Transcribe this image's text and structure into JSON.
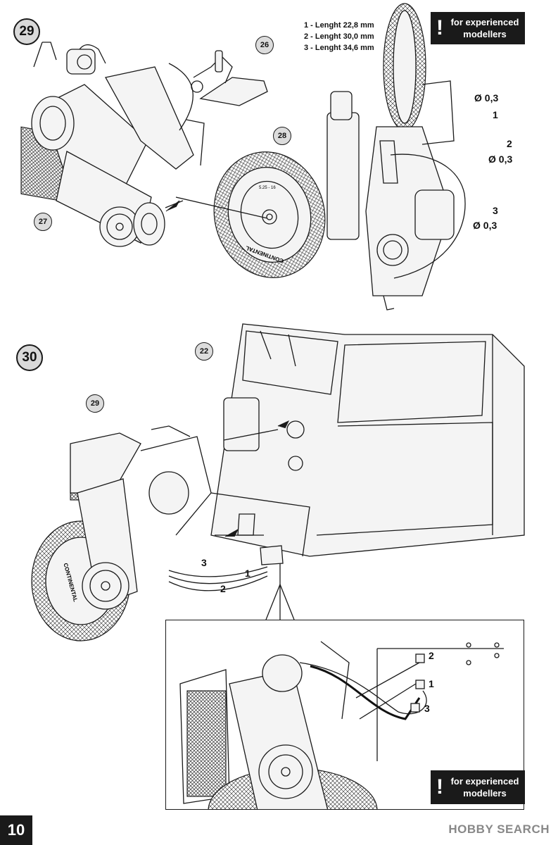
{
  "page": {
    "number": "10",
    "watermark": "HOBBY SEARCH"
  },
  "badges": {
    "top": "for experienced modellers",
    "bottom": "for experienced modellers",
    "mark": "!"
  },
  "steps": [
    {
      "number": "29"
    },
    {
      "number": "30"
    }
  ],
  "parts": {
    "p26": "26",
    "p27": "27",
    "p28": "28",
    "p22": "22",
    "p29": "29"
  },
  "wire_list": [
    {
      "num": "1",
      "text": "Lenght 22,8 mm"
    },
    {
      "num": "2",
      "text": "Lenght 30,0 mm"
    },
    {
      "num": "3",
      "text": "Lenght 34,6 mm"
    }
  ],
  "wire_callouts": {
    "diameter_1": "Ø 0,3",
    "wire_1": "1",
    "wire_2": "2",
    "diameter_2": "Ø 0,3",
    "wire_3": "3",
    "diameter_3": "Ø 0,3"
  },
  "step30_labels": {
    "l3": "3",
    "l1": "1",
    "l2": "2"
  },
  "detail_labels": {
    "l2": "2",
    "l1": "1",
    "l3": "3"
  },
  "tire_text": {
    "brand": "CONTINENTAL",
    "size": "5.25 - 16"
  }
}
